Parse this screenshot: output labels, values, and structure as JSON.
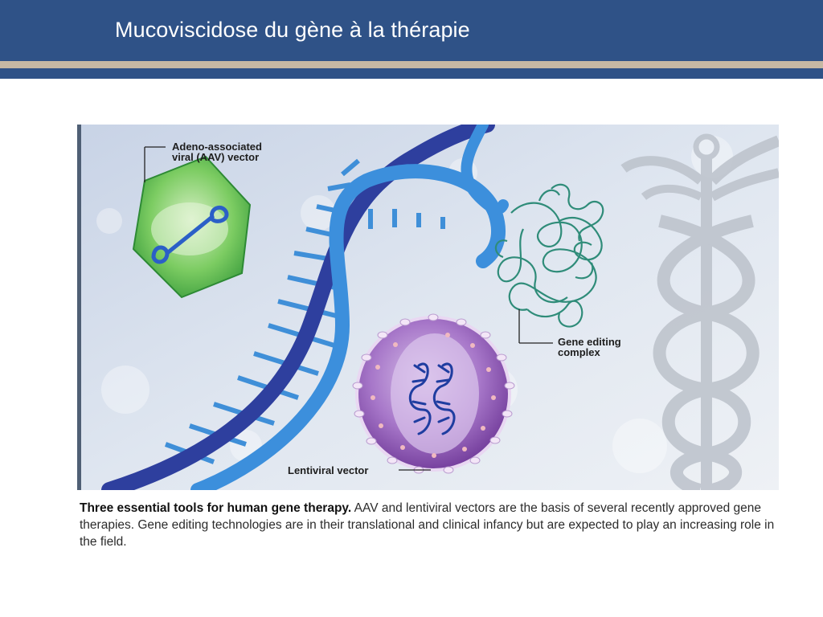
{
  "slide": {
    "title": "Mucoviscidose du gène à la thérapie"
  },
  "figure": {
    "labels": {
      "aav_line1": "Adeno-associated",
      "aav_line2": "viral (AAV) vector",
      "gene_line1": "Gene editing",
      "gene_line2": "complex",
      "lenti": "Lentiviral vector"
    },
    "colors": {
      "dna_dark": "#2e3f9e",
      "dna_light": "#3c8fdc",
      "aav_green": "#4cb04a",
      "lenti_purple": "#8a4fb0",
      "protein_teal": "#2f8c79",
      "caduceus_gray": "#bfc4cc"
    },
    "icons": [
      "aav-capsid-icon",
      "dna-helix-icon",
      "gene-editing-protein-icon",
      "lentivirus-icon",
      "caduceus-icon"
    ]
  },
  "caption": {
    "bold": "Three essential tools for human gene therapy.",
    "text": " AAV and lentiviral vectors are the basis of several recently approved gene therapies. Gene editing technologies are in their translational and clinical infancy but are expected to play an increasing role in the field."
  }
}
